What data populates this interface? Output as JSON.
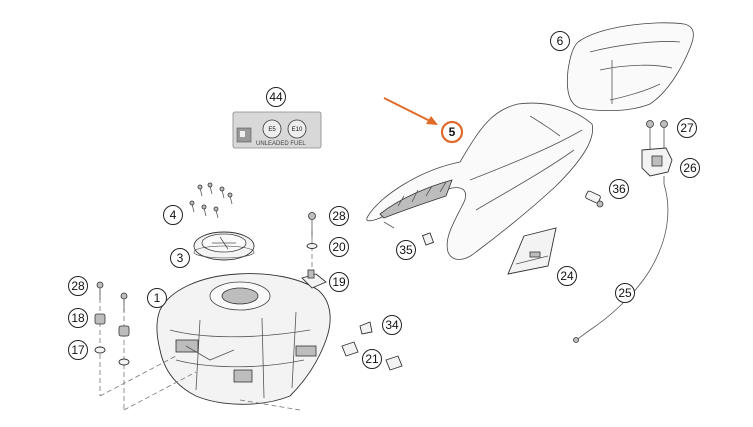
{
  "diagram": {
    "callouts": [
      "44",
      "6",
      "5",
      "27",
      "26",
      "36",
      "4",
      "28",
      "20",
      "19",
      "3",
      "35",
      "24",
      "25",
      "1",
      "28",
      "18",
      "17",
      "34",
      "21"
    ],
    "highlighted_callout": "5",
    "highlight_color": "#e06a2a",
    "fuel_label": {
      "badge_e5": "E5",
      "badge_e10": "E10",
      "text": "UNLEADED FUEL"
    }
  }
}
